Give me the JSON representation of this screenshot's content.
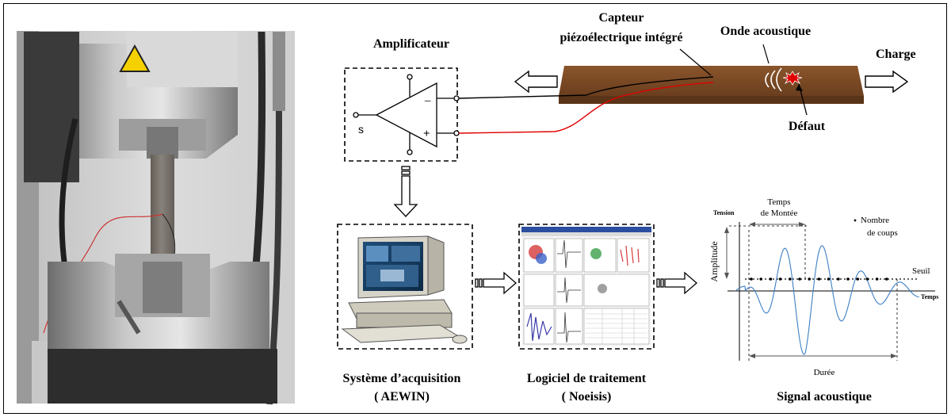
{
  "labels": {
    "amplifier": "Amplificateur",
    "sensor_line1": "Capteur",
    "sensor_line2": "piézoélectrique intégré",
    "wave": "Onde acoustique",
    "load": "Charge",
    "defect": "Défaut",
    "acq_line1": "Système d’acquisition",
    "acq_line2": "( AEWIN)",
    "soft_line1": "Logiciel de traitement",
    "soft_line2": "( Noeisis)",
    "signal": "Signal acoustique"
  },
  "amplifier_symbols": {
    "minus": "–",
    "plus": "+",
    "s": "s"
  },
  "signal_labels": {
    "tension": "Tension",
    "rise_line1": "Temps",
    "rise_line2": "de Montée",
    "counts_line1": "Nombre",
    "counts_line2": "de coups",
    "threshold": "Seuil",
    "amplitude": "Amplitude",
    "time": "Temps",
    "duration": "Durée"
  },
  "colors": {
    "specimen": "#7a4a26",
    "red_wire": "#e00000",
    "signal": "#3d7fc4",
    "defect_burst": "#e00000"
  }
}
